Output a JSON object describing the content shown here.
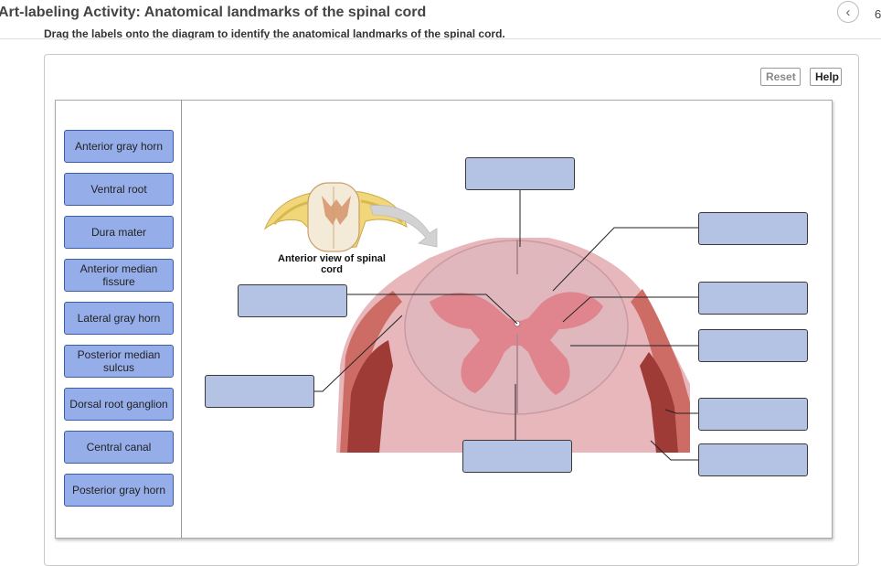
{
  "header": {
    "title": "Art-labeling Activity: Anatomical landmarks of the spinal cord",
    "page_number": "6"
  },
  "instructions": "Drag the labels onto the diagram to identify the anatomical landmarks of the spinal cord.",
  "buttons": {
    "reset": "Reset",
    "help": "Help"
  },
  "label_bank": [
    "Anterior gray horn",
    "Ventral root",
    "Dura mater",
    "Anterior median fissure",
    "Lateral gray horn",
    "Posterior median sulcus",
    "Dorsal root ganglion",
    "Central canal",
    "Posterior gray horn"
  ],
  "diagram": {
    "inset_caption": "Anterior view of spinal cord",
    "drop_zone_count": 9,
    "colors": {
      "label_fill": "#95aeea",
      "drop_fill": "#b4c2e4",
      "tissue_pink": "#e6b7bd",
      "gray_matter": "#e07f88"
    }
  }
}
